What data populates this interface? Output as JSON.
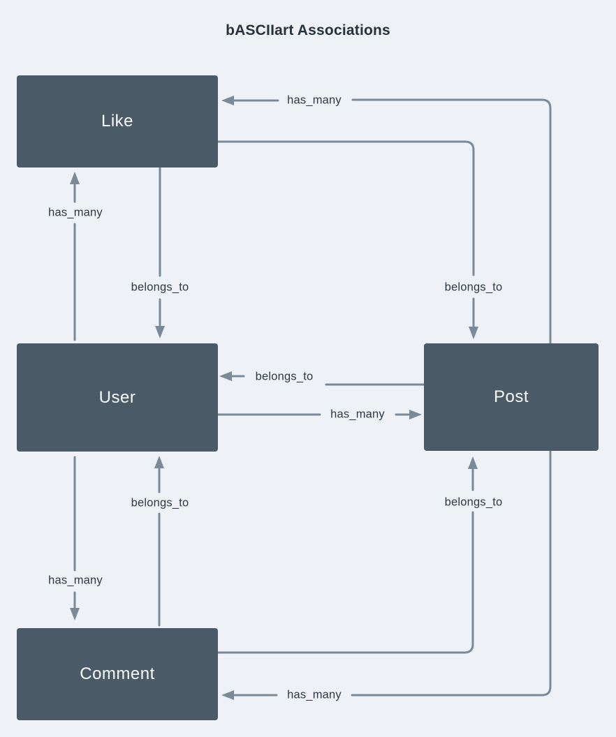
{
  "title": "bASCIIart Associations",
  "colors": {
    "background": "#eef1f6",
    "node_fill": "#4b5a67",
    "node_text": "#f8fafb",
    "connector": "#7b8a99",
    "label_text": "#2d3a46",
    "title_text": "#26323d"
  },
  "nodes": [
    {
      "id": "like",
      "label": "Like"
    },
    {
      "id": "user",
      "label": "User"
    },
    {
      "id": "post",
      "label": "Post"
    },
    {
      "id": "comment",
      "label": "Comment"
    }
  ],
  "edges": [
    {
      "from": "Post",
      "to": "Like",
      "label": "has_many"
    },
    {
      "from": "Like",
      "to": "Post",
      "label": "belongs_to"
    },
    {
      "from": "User",
      "to": "Like",
      "label": "has_many"
    },
    {
      "from": "Like",
      "to": "User",
      "label": "belongs_to"
    },
    {
      "from": "Post",
      "to": "User",
      "label": "belongs_to"
    },
    {
      "from": "User",
      "to": "Post",
      "label": "has_many"
    },
    {
      "from": "User",
      "to": "Comment",
      "label": "has_many"
    },
    {
      "from": "Comment",
      "to": "User",
      "label": "belongs_to"
    },
    {
      "from": "Comment",
      "to": "Post",
      "label": "belongs_to"
    },
    {
      "from": "Post",
      "to": "Comment",
      "label": "has_many"
    }
  ]
}
